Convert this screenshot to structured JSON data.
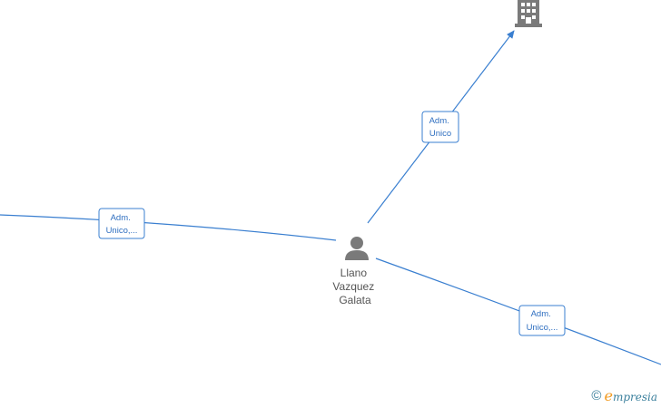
{
  "nodes": {
    "person": {
      "name_lines": [
        "Llano",
        "Vazquez",
        "Galata"
      ],
      "icon": "person-icon",
      "color": "#7a7a7a"
    },
    "company": {
      "icon": "building-icon",
      "color": "#7a7a7a"
    }
  },
  "edges": [
    {
      "label_lines": [
        "Adm.",
        "Unico"
      ]
    },
    {
      "label_lines": [
        "Adm.",
        "Unico,..."
      ]
    },
    {
      "label_lines": [
        "Adm.",
        "Unico,..."
      ]
    }
  ],
  "colors": {
    "edge": "#3a7fd0",
    "label_text": "#2f6fc0",
    "brand_orange": "#f29a1f",
    "brand_teal": "#3a7f9c"
  },
  "watermark": {
    "copyright_symbol": "©",
    "brand_first_letter": "e",
    "brand_rest": "mpresia"
  }
}
